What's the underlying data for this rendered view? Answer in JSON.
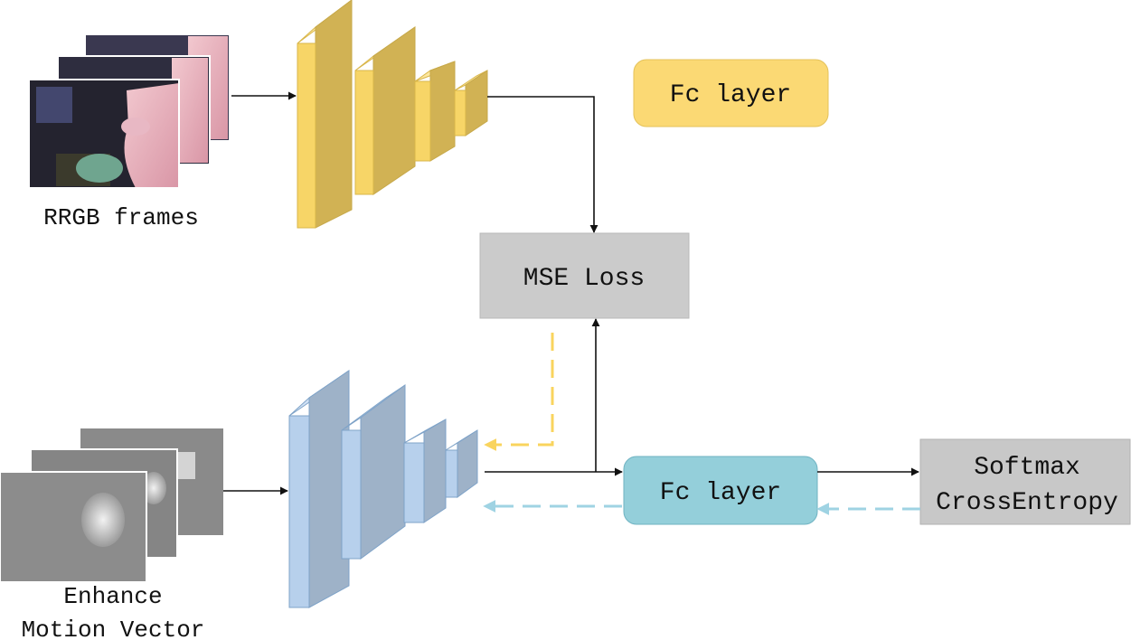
{
  "labels": {
    "rgb_frames": "RRGB frames",
    "motion_line1": "Enhance",
    "motion_line2": "Motion Vector",
    "fc_top": "Fc layer",
    "mse_loss": "MSE Loss",
    "fc_bottom": "Fc layer",
    "softmax_line1": "Softmax",
    "softmax_line2": "CrossEntropy"
  },
  "colors": {
    "rgb_network": "#f7d567",
    "motion_network": "#b7d0ec",
    "fc_top": "#fbd974",
    "mse_loss": "#cbcbcb",
    "fc_bottom": "#94cfda",
    "softmax": "#c8c8c8",
    "arrow": "#111111",
    "distill_arrow_rgb": "#f9d45e",
    "distill_arrow_motion": "#9fd3e3"
  },
  "icons": {
    "rgb_frames": "rgb-video-frames-stack",
    "motion_frames": "motion-vector-frames-stack"
  }
}
